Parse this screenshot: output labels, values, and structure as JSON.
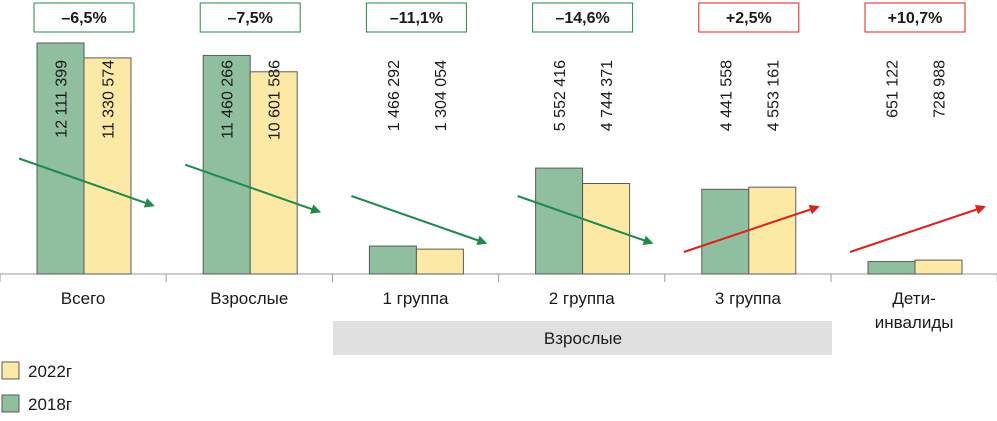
{
  "chart_data": {
    "type": "bar",
    "categories": [
      "Всего",
      "Взрослые",
      "1 группа",
      "2 группа",
      "3 группа",
      "Дети-\nинвалиды"
    ],
    "group_label": "Взрослые",
    "series": [
      {
        "name": "2018г",
        "color": "#8fbf9f",
        "values": [
          12111399,
          11460266,
          1466292,
          5552416,
          4441558,
          651122
        ],
        "labels": [
          "12 111 399",
          "11 460 266",
          "1 466 292",
          "5 552 416",
          "4 441 558",
          "651 122"
        ]
      },
      {
        "name": "2022г",
        "color": "#fde9a6",
        "values": [
          11330574,
          10601586,
          1304054,
          4744371,
          4553161,
          728988
        ],
        "labels": [
          "11 330 574",
          "10 601 586",
          "1 304 054",
          "4 744 371",
          "4 553 161",
          "728 988"
        ]
      }
    ],
    "changes": [
      {
        "label": "–6,5%",
        "trend": "down"
      },
      {
        "label": "–7,5%",
        "trend": "down"
      },
      {
        "label": "–11,1%",
        "trend": "down"
      },
      {
        "label": "–14,6%",
        "trend": "down"
      },
      {
        "label": "+2,5%",
        "trend": "up"
      },
      {
        "label": "+10,7%",
        "trend": "up"
      }
    ],
    "colors": {
      "down": "#1f8a4c",
      "up": "#e0201b",
      "group_band": "#e0e0e0"
    },
    "legend": {
      "position": "bottom-left",
      "items": [
        {
          "name": "2022г",
          "color": "#fde9a6"
        },
        {
          "name": "2018г",
          "color": "#8fbf9f"
        }
      ]
    }
  }
}
